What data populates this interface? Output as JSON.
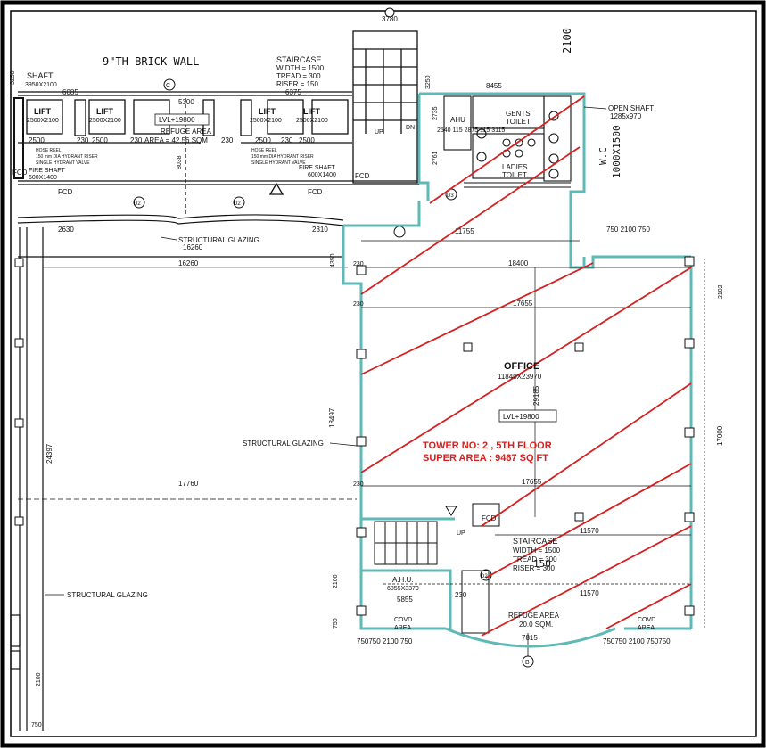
{
  "notes": {
    "brick_wall": "9\"TH BRICK WALL",
    "handwritten_1": "2100",
    "handwritten_2": "W.C",
    "handwritten_3": "1000X1500",
    "handwritten_4": "150"
  },
  "top_left": {
    "shaft_label": "SHAFT",
    "shaft_size": "3950X2100",
    "dim_3250": "3250",
    "dim_6085": "6085",
    "lift_1": "LIFT",
    "lift_1_size": "2500X2100",
    "lift_2": "LIFT",
    "lift_2_size": "2500X2100",
    "dim_2500a": "2500",
    "dim_230a": "230",
    "dim_2500b": "2500",
    "dim_230b": "230",
    "hose_1": "HOSE REEL",
    "hose_2": "150 mm DIA HYDRANT RISER",
    "hose_3": "SINGLE HYDRANT VALVE",
    "fire_shaft": "FIRE SHAFT",
    "fire_shaft_size": "600X1400",
    "fcd_a": "FCD",
    "fcd_b": "FCD",
    "d2_a": "D2",
    "grid_c": "C",
    "dim_5300": "5300",
    "lvl_top": "LVL+19800",
    "refuge_top": "REFUGE AREA",
    "refuge_top_area": "AREA = 42.56 SQM",
    "dim_8038": "8038"
  },
  "top_mid": {
    "staircase": "STAIRCASE",
    "width": "WIDTH = 1500",
    "tread": "TREAD = 300",
    "riser": "RISER = 150",
    "dim_6375": "6375",
    "dim_3780": "3780",
    "dim_3250": "3250",
    "lift_3": "LIFT",
    "lift_3_size": "2500X2100",
    "lift_4": "LIFT",
    "lift_4_size": "2500X2100",
    "dim_2500c": "2500",
    "dim_230c": "230",
    "dim_2500d": "2500",
    "dim_230d": "230",
    "hose_1": "HOSE REEL",
    "hose_2": "150 mm DIA HYDRANT RISER",
    "hose_3": "SINGLE HYDRANT VALVE",
    "fire_shaft": "FIRE SHAFT",
    "fire_shaft_size": "600X1400",
    "fcd_c": "FCD",
    "fcd_d": "FCD",
    "d2_b": "D2",
    "up": "UP",
    "dn": "DN"
  },
  "top_right": {
    "dim_8455": "8455",
    "ahu": "AHU",
    "gents": "GENTS",
    "toilet": "TOILET",
    "ladies": "LADIES",
    "ladies_toilet": "TOILET",
    "dims_row": "2540 115 2875 115 3115",
    "dim_2735": "2735",
    "dim_2761": "2761",
    "open_shaft": "OPEN SHAFT",
    "open_shaft_size": "1285x970",
    "d3": "D3"
  },
  "glazing": {
    "structural_1": "STRUCTURAL GLAZING",
    "structural_2": "STRUCTURAL GLAZING",
    "structural_3": "STRUCTURAL GLAZING",
    "dim_2630": "2630",
    "dim_2310": "2310",
    "dim_16260a": "16260",
    "dim_16260b": "16260",
    "dim_17760": "17760",
    "dim_24397": "24397",
    "dim_18497": "18497",
    "dim_4350": "4350",
    "dim_2100": "2100",
    "dim_750": "750"
  },
  "office": {
    "dim_11755": "11755",
    "dim_18400": "18400",
    "dim_17655a": "17655",
    "dim_17655b": "17655",
    "dim_230a": "230",
    "dim_230b": "230",
    "dim_230c": "230",
    "label": "OFFICE",
    "size": "11840X23970",
    "dim_29185": "29185",
    "lvl": "LVL+19800",
    "dims_top_right": "750  2100  750",
    "dim_17000": "17000",
    "dim_2102": "2102"
  },
  "annotation": {
    "line1": "TOWER NO: 2 , 5TH FLOOR",
    "line2": "SUPER AREA : 9467 SQ FT"
  },
  "bottom": {
    "fcd": "FCD",
    "up": "UP",
    "staircase": "STAIRCASE",
    "width": "WIDTH = 1500",
    "tread": "TREAD = 300",
    "riser": "RISER = 300",
    "dim_11570a": "11570",
    "dim_11570b": "11570",
    "ahu": "A.H.U.",
    "ahu_size": "6855X3370",
    "dim_5855": "5855",
    "dim_230": "230",
    "refuge": "REFUGE AREA",
    "refuge_area": "20.0 SQM.",
    "dim_7815": "7815",
    "cvd_left": "COVD",
    "cvd_left_2": "AREA",
    "cvd_right": "COVD",
    "cvd_right_2": "AREA",
    "dims_left": "750750 2100 750",
    "dims_right": "750750 2100 750750",
    "grid_b": "B",
    "d2": "D2",
    "dim_750": "750",
    "dim_2100": "2100"
  },
  "colors": {
    "markup_red": "#d61f1f",
    "wall_cyan": "#5fb9b6",
    "ink": "#111111",
    "frame": "#000000"
  }
}
